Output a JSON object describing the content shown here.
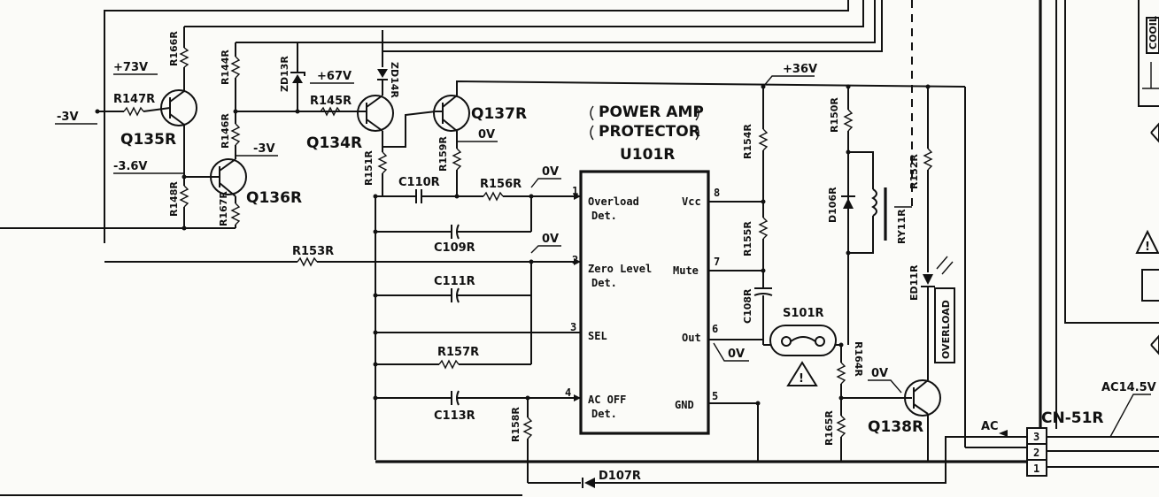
{
  "ic": {
    "ref": "U101R",
    "title_line1": "POWER AMP",
    "title_line2": "PROTECTOR",
    "pins": {
      "p1_num": "1",
      "p1_name": "Overload",
      "p1_name2": "Det.",
      "p2_num": "2",
      "p2_name": "Zero Level",
      "p2_name2": "Det.",
      "p3_num": "3",
      "p3_name": "SEL",
      "p4_num": "4",
      "p4_name": "AC OFF",
      "p4_name2": "Det.",
      "p5_num": "5",
      "p5_name": "GND",
      "p6_num": "6",
      "p6_name": "Out",
      "p7_num": "7",
      "p7_name": "Mute",
      "p8_num": "8",
      "p8_name": "Vcc"
    }
  },
  "transistors": {
    "q135": "Q135R",
    "q136": "Q136R",
    "q134": "Q134R",
    "q137": "Q137R",
    "q138": "Q138R"
  },
  "resistors": {
    "r166": "R166R",
    "r147": "R147R",
    "r148": "R148R",
    "r144": "R144R",
    "r146": "R146R",
    "r167": "R167R",
    "r145": "R145R",
    "r151": "R151R",
    "r159": "R159R",
    "r156": "R156R",
    "r153": "R153R",
    "r157": "R157R",
    "r158": "R158R",
    "r154": "R154R",
    "r155": "R155R",
    "r150": "R150R",
    "r152": "R152R",
    "r164": "R164R",
    "r165": "R165R"
  },
  "capacitors": {
    "c110": "C110R",
    "c109": "C109R",
    "c111": "C111R",
    "c113": "C113R",
    "c108": "C108R"
  },
  "diodes": {
    "zd13": "ZD13R",
    "zd14": "ZD14R",
    "d106": "D106R",
    "d107": "D107R",
    "ed11": "ED11R"
  },
  "others": {
    "relay": "RY11R",
    "switch": "S101R",
    "connector": "CN-51R",
    "connector_pins": [
      "3",
      "2",
      "1"
    ],
    "overload_label": "OVERLOAD",
    "coil_label": "COOIL"
  },
  "voltages": {
    "v_p73": "+73V",
    "v_m3_a": "-3V",
    "v_m36": "-3.6V",
    "v_p67": "+67V",
    "v_m3_b": "-3V",
    "v_0v_q137": "0V",
    "v_0v_p1": "0V",
    "v_0v_p2": "0V",
    "v_0v_out": "0V",
    "v_0v_q138": "0V",
    "v_p36": "+36V",
    "v_ac145": "AC14.5V",
    "v_ac": "AC"
  },
  "warning_symbol": "!"
}
